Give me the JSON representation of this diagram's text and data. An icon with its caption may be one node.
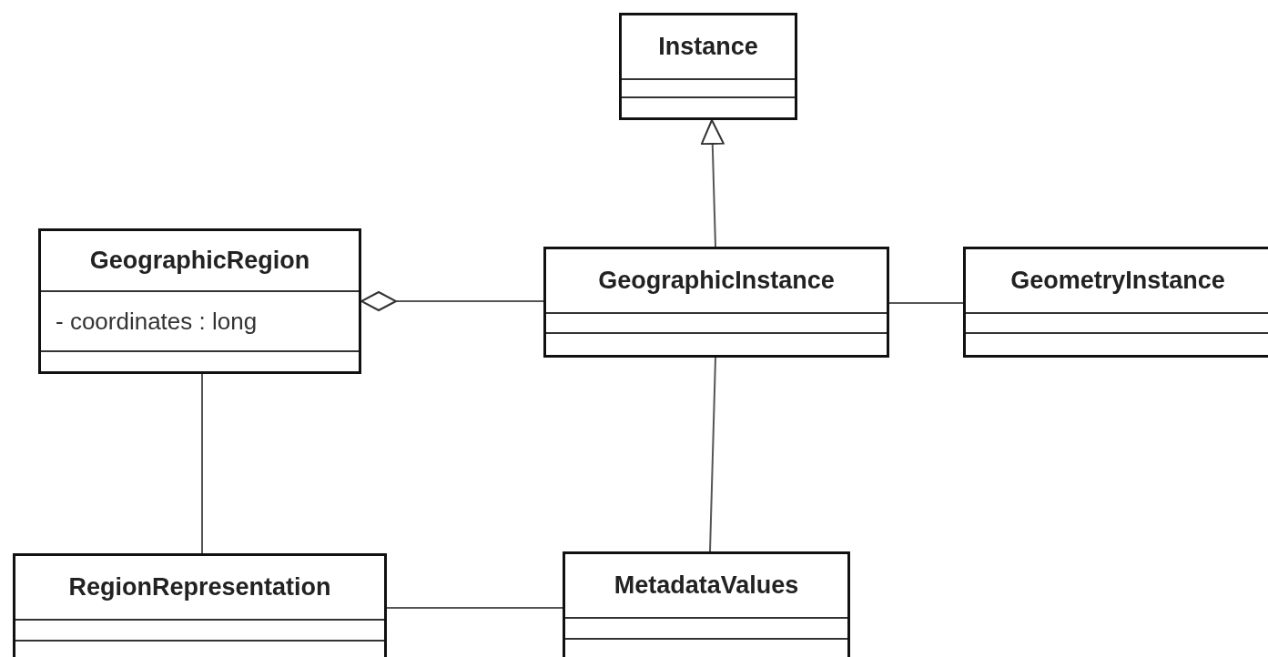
{
  "diagram": {
    "nodes": [
      {
        "text": [
          "Instance"
        ]
      },
      {
        "text": [
          "GeographicRegion",
          "- coordinates : long"
        ]
      },
      {
        "text": [
          "GeographicInstance"
        ]
      },
      {
        "text": [
          "GeometryInstance"
        ]
      },
      {
        "text": [
          "RegionRepresentation"
        ]
      },
      {
        "text": [
          "MetadataValues"
        ]
      }
    ],
    "edges": [
      {
        "from": 2,
        "to": 0,
        "arrow": "to"
      },
      {
        "from": 2,
        "to": 1,
        "arrow": "other"
      },
      {
        "from": 2,
        "to": 3,
        "arrow": "none"
      },
      {
        "from": 1,
        "to": 4,
        "arrow": "none"
      },
      {
        "from": 2,
        "to": 5,
        "arrow": "none"
      },
      {
        "from": 4,
        "to": 5,
        "arrow": "none"
      }
    ]
  }
}
